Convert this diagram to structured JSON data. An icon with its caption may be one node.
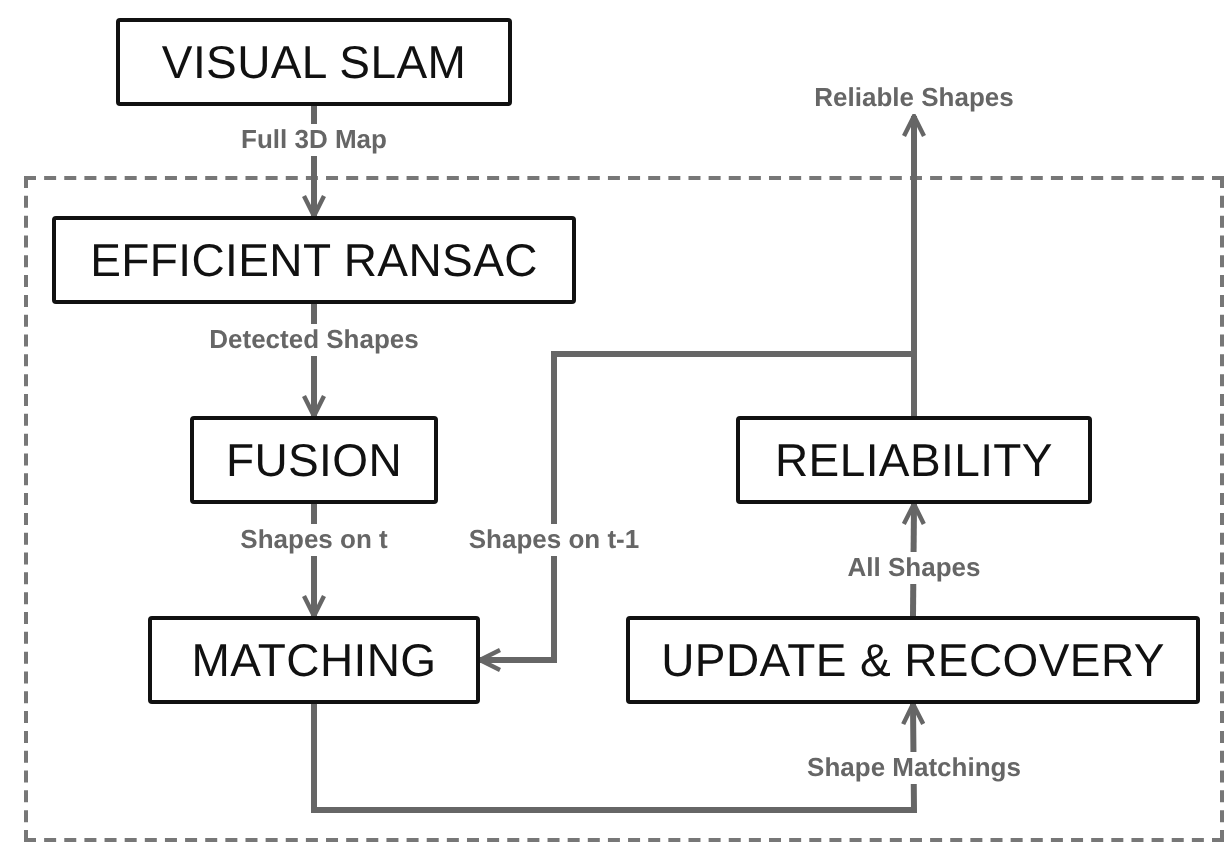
{
  "diagram": {
    "nodes": [
      {
        "text": [
          "VISUAL SLAM"
        ]
      },
      {
        "text": [
          "Reliable Shapes"
        ]
      },
      {
        "text": [],
        "shape": "box"
      },
      {
        "text": [
          "EFFICIENT RANSAC"
        ],
        "in": 2
      },
      {
        "text": [
          "FUSION"
        ],
        "in": 2
      },
      {
        "text": [
          "RELIABILITY"
        ],
        "in": 2
      },
      {
        "text": [
          "MATCHING"
        ],
        "in": 2
      },
      {
        "text": [
          "UPDATE & RECOVERY"
        ],
        "in": 2
      }
    ],
    "edges": [
      {
        "from": 0,
        "to": 3,
        "arrow": "to",
        "label": "Full 3D Map"
      },
      {
        "from": 3,
        "to": 4,
        "arrow": "to",
        "label": "Detected Shapes"
      },
      {
        "from": 4,
        "to": 6,
        "arrow": "to",
        "label": "Shapes on t"
      },
      {
        "from": 5,
        "to": 1,
        "arrow": "to"
      },
      {
        "from": 5,
        "to": 6,
        "arrow": "to",
        "label": "Shapes on t-1"
      },
      {
        "from": 7,
        "to": 5,
        "arrow": "to",
        "label": "All Shapes"
      },
      {
        "from": 6,
        "to": 7,
        "arrow": "to",
        "label": "Shape Matchings"
      }
    ]
  }
}
